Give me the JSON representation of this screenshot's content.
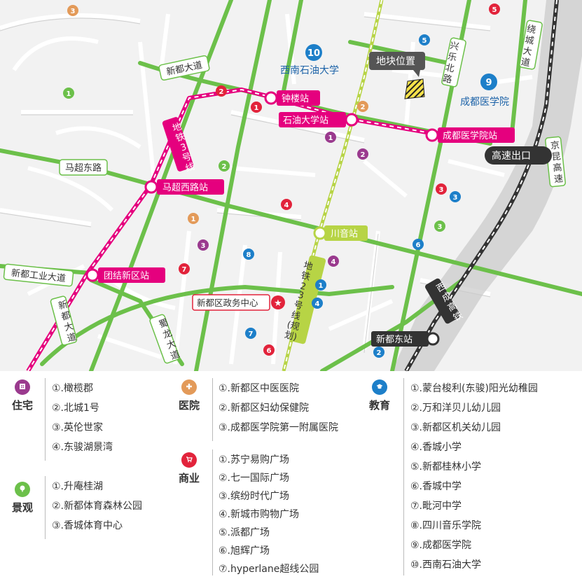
{
  "colors": {
    "green": "#6cc04a",
    "magenta": "#e5007e",
    "lime": "#b7d445",
    "blue": "#1d7fc9",
    "purple": "#9a3a8e",
    "red": "#e2233b",
    "orange": "#e39a59",
    "navy_label": "#1d63a8",
    "rail": "#333333"
  },
  "map": {
    "roads": {
      "xindu": "新都大道",
      "machao_east": "马超东路",
      "xindu_industry": "新都工业大道",
      "xinle_north": "兴乐北路",
      "raocheng": "绕城大道",
      "jinghu": "京昆高速",
      "shulong": "蜀龙大道",
      "xindu_avenue_vert": "新都大道"
    },
    "metro": {
      "line3": "地铁3号线",
      "line23": "地铁23号线(规划)"
    },
    "stations": {
      "zhonglou": "钟楼站",
      "shiyou": "石油大学站",
      "yixueyuan": "成都医学院站",
      "machao_west": "马超西路站",
      "chuanyin": "川音站",
      "tuanjie": "团结新区站",
      "xindu_east": "新都东站"
    },
    "landmarks": {
      "plot": "地块位置",
      "gov": "新都区政务中心",
      "exit": "高速出口",
      "swpu": "西南石油大学",
      "cmc": "成都医学院",
      "rail": "西成高铁"
    },
    "markers": [
      {
        "type": "green",
        "label": "1"
      },
      {
        "type": "green",
        "label": "2"
      },
      {
        "type": "green",
        "label": "3"
      },
      {
        "type": "orange",
        "label": "1"
      },
      {
        "type": "orange",
        "label": "2"
      },
      {
        "type": "orange",
        "label": "3"
      },
      {
        "type": "purple",
        "label": "1"
      },
      {
        "type": "purple",
        "label": "2"
      },
      {
        "type": "purple",
        "label": "3"
      },
      {
        "type": "purple",
        "label": "4"
      },
      {
        "type": "red",
        "label": "1"
      },
      {
        "type": "red",
        "label": "2"
      },
      {
        "type": "red",
        "label": "3"
      },
      {
        "type": "red",
        "label": "4"
      },
      {
        "type": "red",
        "label": "5"
      },
      {
        "type": "red",
        "label": "6"
      },
      {
        "type": "red",
        "label": "7"
      },
      {
        "type": "blue",
        "label": "1"
      },
      {
        "type": "blue",
        "label": "2"
      },
      {
        "type": "blue",
        "label": "3"
      },
      {
        "type": "blue",
        "label": "4"
      },
      {
        "type": "blue",
        "label": "5"
      },
      {
        "type": "blue",
        "label": "6"
      },
      {
        "type": "blue",
        "label": "7"
      },
      {
        "type": "blue",
        "label": "8"
      },
      {
        "type": "blue",
        "label": "9"
      },
      {
        "type": "blue",
        "label": "10"
      }
    ]
  },
  "legend": {
    "residential": {
      "title": "住宅",
      "items": [
        "①.橄榄郡",
        "②.北城1号",
        "③.英伦世家",
        "④.东骏湖景湾"
      ]
    },
    "scenery": {
      "title": "景观",
      "items": [
        "①.升庵桂湖",
        "②.新都体育森林公园",
        "③.香城体育中心"
      ]
    },
    "hospital": {
      "title": "医院",
      "items": [
        "①.新都区中医医院",
        "②.新都区妇幼保健院",
        "③.成都医学院第一附属医院"
      ]
    },
    "commerce": {
      "title": "商业",
      "items": [
        "①.苏宁易购广场",
        "②.七一国际广场",
        "③.缤纷时代广场",
        "④.新城市购物广场",
        "⑤.派都广场",
        "⑥.旭辉广场",
        "⑦.hyperlane超线公园"
      ]
    },
    "education": {
      "title": "教育",
      "items": [
        "①.蒙台梭利(东骏)阳光幼稚园",
        "②.万和洋贝儿幼儿园",
        "③.新都区机关幼儿园",
        "④.香城小学",
        "⑤.新都桂林小学",
        "⑥.香城中学",
        "⑦.毗河中学",
        "⑧.四川音乐学院",
        "⑨.成都医学院",
        "⑩.西南石油大学"
      ]
    }
  }
}
